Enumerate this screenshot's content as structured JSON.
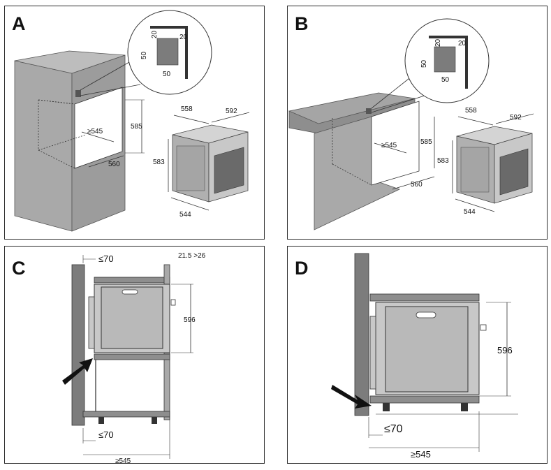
{
  "panels": {
    "A": {
      "letter": "A",
      "detail": {
        "h1": "20",
        "h2": "20",
        "side": "50",
        "bottom": "50"
      },
      "niche": {
        "height": "585",
        "depth": "≥545",
        "width": "560"
      },
      "oven": {
        "depth_top": "558",
        "width_top": "592",
        "height": "583",
        "depth_bottom": "544"
      }
    },
    "B": {
      "letter": "B",
      "detail": {
        "h1": "20",
        "h2": "20",
        "side": "50",
        "bottom": "50"
      },
      "niche": {
        "height": "585",
        "depth": "≥545",
        "width": "560"
      },
      "oven": {
        "depth_top": "558",
        "width_top": "592",
        "height": "583",
        "depth_bottom": "544"
      }
    },
    "C": {
      "letter": "C",
      "top_gap": "≤70",
      "top_right": "21.5 >26",
      "height": "596",
      "bottom_gap": "≤70",
      "depth": "≥545"
    },
    "D": {
      "letter": "D",
      "height": "596",
      "gap": "≤70",
      "depth": "≥545"
    }
  },
  "colors": {
    "cabinet": "#a9a9a9",
    "cabinet_dark": "#8e8e8e",
    "oven_front": "#b9b9b9",
    "wall": "#7c7c7c",
    "frame": "#2b2b2b"
  }
}
